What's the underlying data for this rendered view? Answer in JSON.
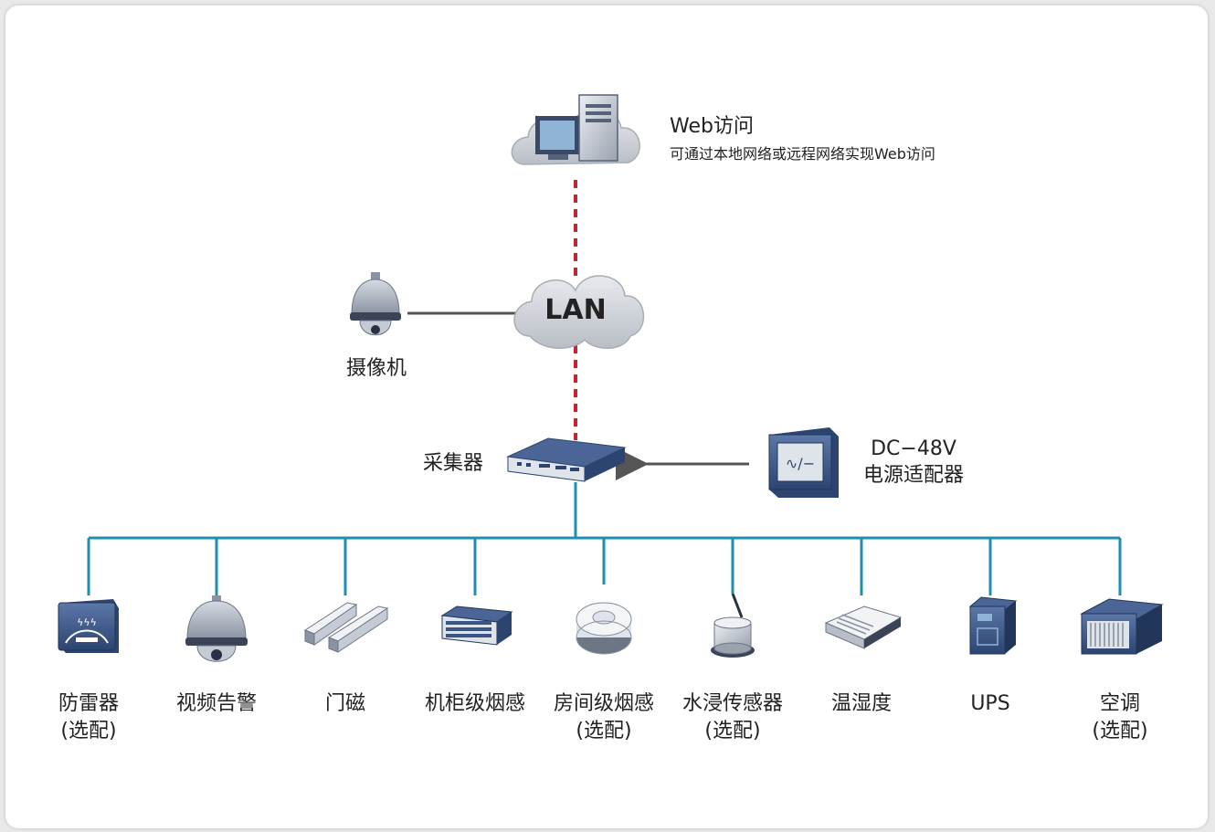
{
  "web": {
    "title": "Web访问",
    "subtitle": "可通过本地网络或远程网络实现Web访问"
  },
  "lan": {
    "label": "LAN"
  },
  "camera": {
    "label": "摄像机"
  },
  "collector": {
    "label": "采集器"
  },
  "power": {
    "line1": "DC−48V",
    "line2": "电源适配器"
  },
  "devices": [
    {
      "label": "防雷器",
      "note": "(选配)",
      "icon": "surge-protector-icon"
    },
    {
      "label": "视频告警",
      "note": "",
      "icon": "dome-camera-icon"
    },
    {
      "label": "门磁",
      "note": "",
      "icon": "door-sensor-icon"
    },
    {
      "label": "机柜级烟感",
      "note": "",
      "icon": "cabinet-smoke-sensor-icon"
    },
    {
      "label": "房间级烟感",
      "note": "(选配)",
      "icon": "room-smoke-sensor-icon"
    },
    {
      "label": "水浸传感器",
      "note": "(选配)",
      "icon": "water-sensor-icon"
    },
    {
      "label": "温湿度",
      "note": "",
      "icon": "temp-humidity-sensor-icon"
    },
    {
      "label": "UPS",
      "note": "",
      "icon": "ups-icon"
    },
    {
      "label": "空调",
      "note": "(选配)",
      "icon": "air-conditioner-icon"
    }
  ],
  "colors": {
    "bus": "#1e8fb0",
    "dashed": "#c0282e",
    "solid": "#555555",
    "cloud": "#c9cdd3",
    "device": "#3a5585"
  }
}
